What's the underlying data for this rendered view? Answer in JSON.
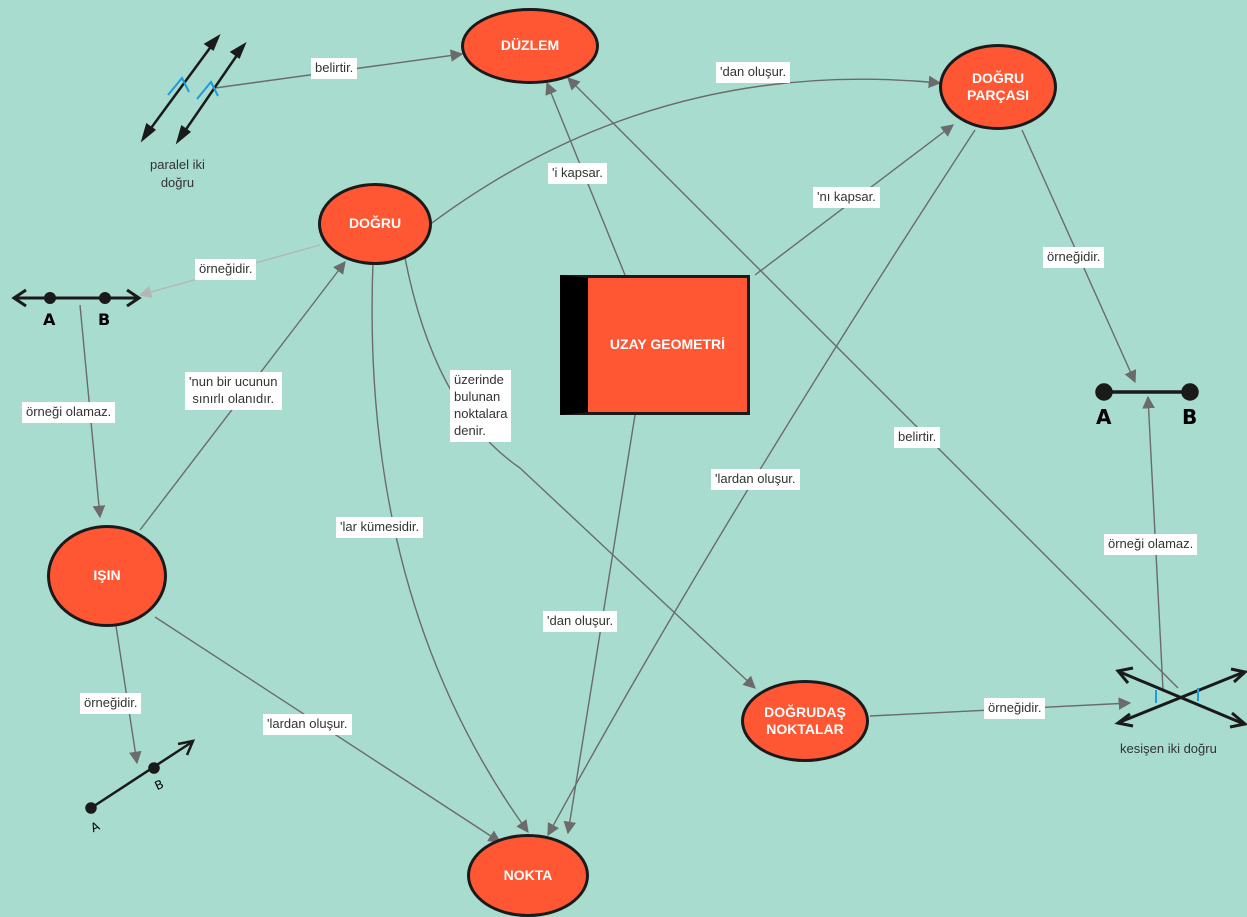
{
  "center": "UZAY GEOMETRİ",
  "concepts": {
    "duzlem": "DÜZLEM",
    "dogru_parcasi": "DOĞRU\nPARÇASI",
    "dogru": "DOĞRU",
    "isin": "IŞIN",
    "nokta": "NOKTA",
    "dogrudas": "DOĞRUDAŞ\nNOKTALAR"
  },
  "links": {
    "paralel_belirtir": "belirtir.",
    "dogru_dan_olusur": "'dan oluşur.",
    "uzay_kapsar": "'i kapsar.",
    "uzay_ni_kapsar": "'nı kapsar.",
    "dogru_ornegidir": "örneğidir.",
    "dp_ornegidir": "örneğidir.",
    "ab_ornegi_olamaz": "örneği olamaz.",
    "isin_nun": "'nun bir ucunun\nsınırlı olanıdır.",
    "uzerinde": "üzerinde\nbulunan\nnoktalara\ndenir.",
    "kesisen_belirtir": "belirtir.",
    "dp_lardan": "'lardan oluşur.",
    "lar_kumesidir": "'lar kümesidir.",
    "kesisen_ornegi_olamaz": "örneği olamaz.",
    "uzay_dan": "'dan oluşur.",
    "isin_ornegidir": "örneğidir.",
    "isin_lardan": "'lardan oluşur.",
    "dogrudas_ornegidir": "örneğidir."
  },
  "figures": {
    "paralel": "paralel iki\ndoğru",
    "kesisen": "kesişen iki doğru",
    "line_a": "A",
    "line_b": "B",
    "seg_a": "A",
    "seg_b": "B",
    "ray_a": "A",
    "ray_b": "B"
  },
  "colors": {
    "background": "#a8dccf",
    "node_fill": "#ff5733",
    "arrow": "#6b6b6b",
    "mark": "#1e9be0"
  }
}
